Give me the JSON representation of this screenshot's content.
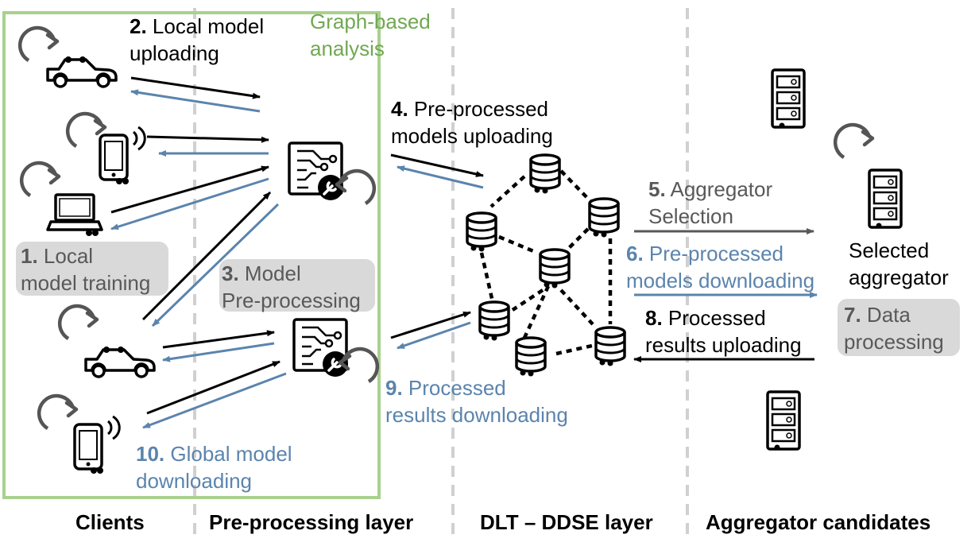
{
  "layers": {
    "clients": "Clients",
    "preprocessing": "Pre-processing layer",
    "dlt": "DLT – DDSE layer",
    "aggregators": "Aggregator candidates"
  },
  "graph_analysis": {
    "line1": "Graph-based",
    "line2": "analysis"
  },
  "steps": {
    "s1": {
      "num": "1.",
      "line1": "Local",
      "line2": "model training"
    },
    "s2": {
      "num": "2.",
      "line1": "Local model",
      "line2": "uploading"
    },
    "s3": {
      "num": "3.",
      "line1": "Model",
      "line2": "Pre-processing"
    },
    "s4": {
      "num": "4.",
      "line1": "Pre-processed",
      "line2": "models uploading"
    },
    "s5": {
      "num": "5.",
      "line1": "Aggregator",
      "line2": "Selection"
    },
    "s6": {
      "num": "6.",
      "line1": "Pre-processed",
      "line2": "models downloading"
    },
    "s7": {
      "num": "7.",
      "line1": "Data",
      "line2": "processing"
    },
    "s8": {
      "num": "8.",
      "line1": "Processed",
      "line2": "results uploading"
    },
    "s9": {
      "num": "9.",
      "line1": "Processed",
      "line2": "results downloading"
    },
    "s10": {
      "num": "10.",
      "line1": "Global model",
      "line2": "downloading"
    }
  },
  "selected_aggregator": {
    "line1": "Selected",
    "line2": "aggregator"
  },
  "colors": {
    "upload": "#000000",
    "download": "#5b84ad",
    "selection": "#595959",
    "graph_box": "#a9d18e",
    "graph_text": "#70a852",
    "pill": "#d9d9d9",
    "divider": "#d0d0d0"
  },
  "icons": {
    "clients": [
      "car-icon",
      "phone-icon",
      "laptop-icon",
      "car-icon",
      "phone-icon"
    ],
    "preprocessors": [
      "circuit-wrench-icon",
      "circuit-wrench-icon"
    ],
    "dlt_nodes": [
      "database-icon"
    ],
    "aggregators": [
      "server-icon"
    ],
    "cycle": "refresh-icon"
  }
}
